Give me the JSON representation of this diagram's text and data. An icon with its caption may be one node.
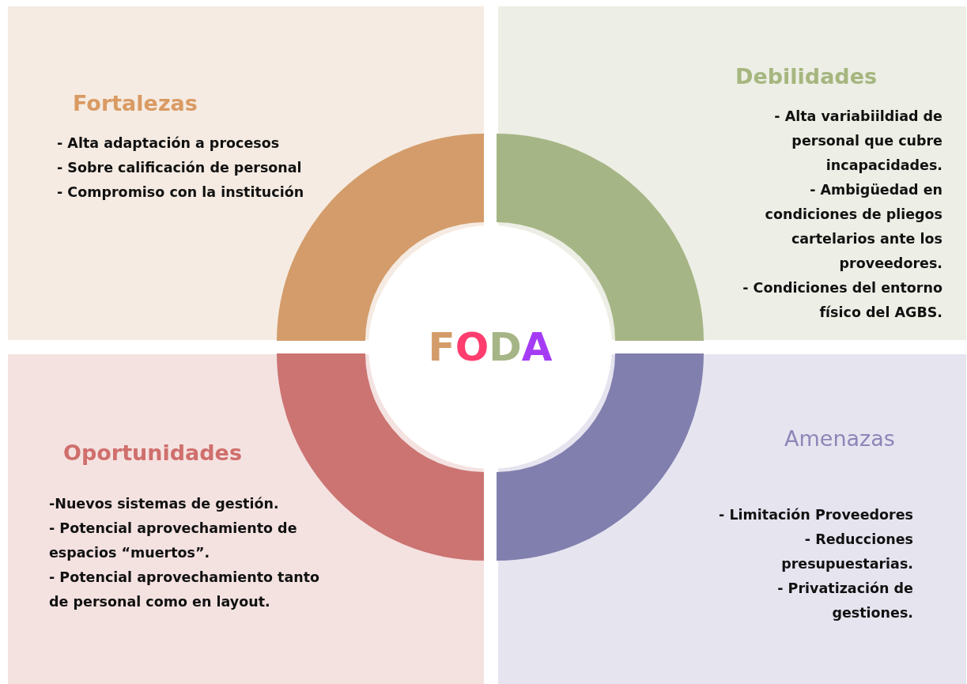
{
  "diagram": {
    "nodes": [
      {
        "text": [
          "Fortalezas",
          "- Alta adaptación a procesos",
          "- Sobre calificación de personal",
          "- Compromiso con la institución"
        ]
      },
      {
        "text": [
          "Debilidades",
          "- Alta variabiildiad de personal que cubre incapacidades.",
          "- Ambigüedad en condiciones de pliegos cartelarios ante los proveedores.",
          "- Condiciones del entorno físico del AGBS."
        ]
      },
      {
        "text": [
          "Oportunidades",
          "-Nuevos sistemas de gestión.",
          "- Potencial aprovechamiento de espacios “muertos”.",
          "- Potencial aprovechamiento tanto de personal como en layout."
        ]
      },
      {
        "text": [
          "Amenazas",
          "- Limitación Proveedores",
          "- Reducciones presupuestarias.",
          "- Privatización de gestiones."
        ]
      },
      {
        "text": [
          "FODA"
        ]
      }
    ],
    "edges": []
  }
}
